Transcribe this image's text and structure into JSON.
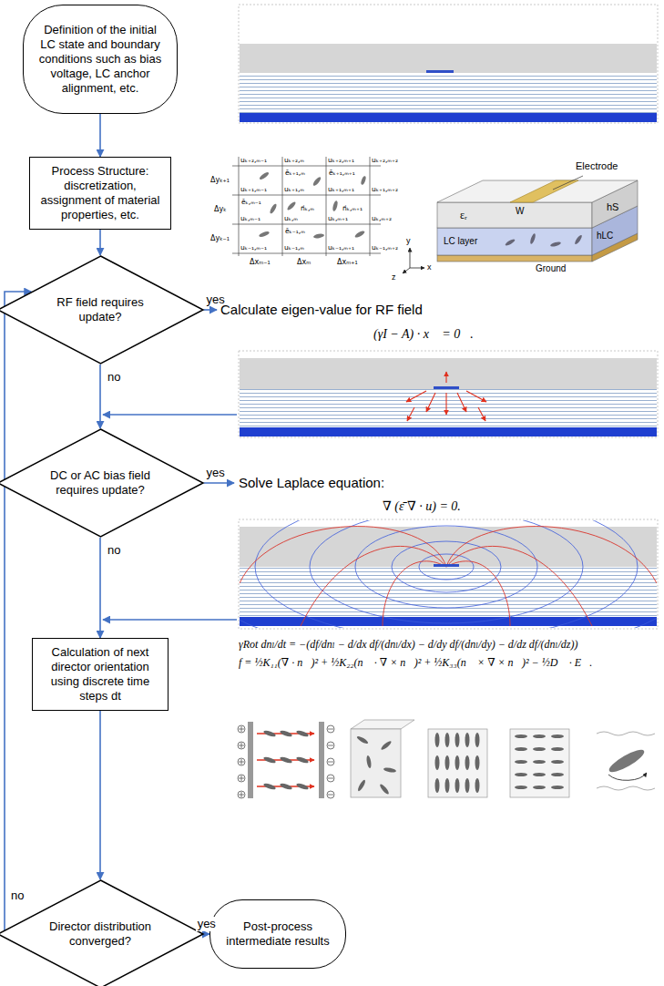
{
  "diagram": {
    "nodes": [
      {
        "text": [
          "Definition of the initial LC state and boundary conditions such as bias voltage, LC anchor alignment, etc."
        ]
      },
      {
        "text": [
          "Process Structure: discretization, assignment of material properties, etc."
        ]
      },
      {
        "text": [
          "RF field requires update?"
        ]
      },
      {
        "text": [
          "DC or AC bias field requires update?"
        ]
      },
      {
        "text": [
          "Calculation of next director orientation using discrete time steps dt"
        ]
      },
      {
        "text": [
          "Director distribution converged?"
        ]
      },
      {
        "text": [
          "Post-process intermediate results"
        ]
      }
    ],
    "edges": [
      {
        "from": 0,
        "to": 1,
        "arrow": "to"
      },
      {
        "from": 1,
        "to": 2,
        "arrow": "to"
      },
      {
        "from": 2,
        "to": 3,
        "label": "no",
        "arrow": "to"
      },
      {
        "from": 3,
        "to": 4,
        "label": "no",
        "arrow": "to"
      },
      {
        "from": 4,
        "to": 5,
        "arrow": "to"
      },
      {
        "from": 5,
        "to": 6,
        "label": "yes",
        "arrow": "to"
      },
      {
        "from": 5,
        "to": 2,
        "label": "no",
        "arrow": "to"
      }
    ],
    "labels": [
      "yes",
      "Calculate eigen-value for RF field",
      "(γI − A) · x⃗ = 0⃗.",
      "yes",
      "Solve Laplace equation:",
      "∇ (ε̄ ∇ · u) = 0.",
      "γRot dnₗ/dt = −(df/dnₗ − d/dx df/(dnₗ/dx) − d/dy df/(dnₗ/dy) − d/dz df/(dnₗ/dz))",
      "f = ½K₁₁(∇ · n⃗)² + ½K₂₂(n⃗ · ∇ × n⃗)² + ½K₃₃(n⃗ × ∇ × n⃗)² − ½D⃗ · E⃗.",
      "Electrode",
      "εᵣ",
      "W",
      "hS",
      "hLC",
      "LC layer",
      "Ground",
      "z",
      "y",
      "x",
      "uₖ₊₂,ₘ₋₁",
      "uₖ₊₂,ₘ",
      "uₖ₊₂,ₘ₊₁",
      "uₖ₊₂,ₘ₊₂",
      "uₖ₊₁,ₘ₋₁",
      "uₖ₊₁,ₘ",
      "uₖ₊₁,ₘ₊₁",
      "uₖ₊₁,ₘ₊₂",
      "uₖ,ₘ₋₁",
      "uₖ,ₘ",
      "uₖ,ₘ₊₁",
      "uₖ,ₘ₊₂",
      "uₖ₋₁,ₘ₋₁",
      "uₖ₋₁,ₘ",
      "uₖ₋₁,ₘ₊₁",
      "uₖ₋₁,ₘ₊₂",
      "ēₖ₊₁,ₘ",
      "ēₖ₊₁,ₘ₊₁",
      "ēₖ,ₘ₋₁",
      "n⃗ₖ,ₘ",
      "n⃗ₖ,ₘ₊₁",
      "ēₖ₋₁,ₘ",
      "Δyₖ₊₁",
      "Δyₖ",
      "Δyₖ₋₁",
      "Δxₘ₋₁",
      "Δxₘ",
      "Δxₘ₊₁"
    ]
  }
}
